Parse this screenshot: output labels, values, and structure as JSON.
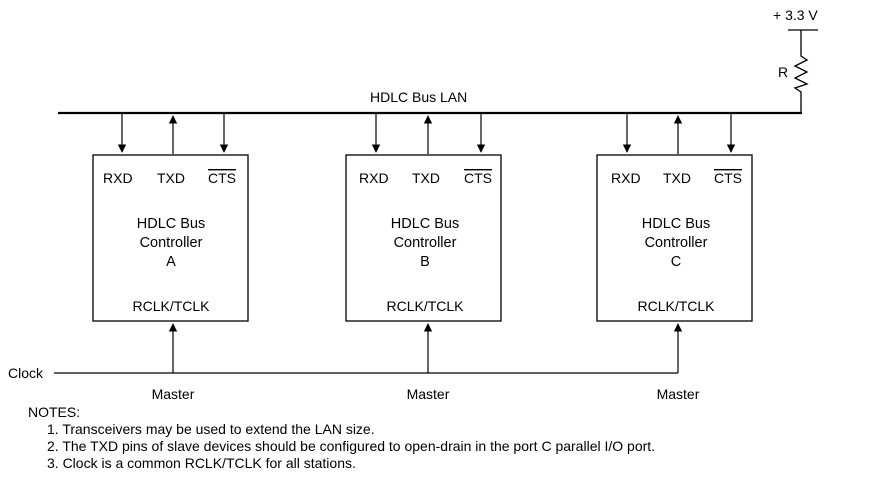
{
  "supply": {
    "voltage_label": "+ 3.3 V",
    "resistor_label": "R"
  },
  "bus": {
    "label": "HDLC Bus LAN"
  },
  "controllers": [
    {
      "pins": [
        "RXD",
        "TXD",
        "CTS"
      ],
      "title_line1": "HDLC Bus",
      "title_line2": "Controller",
      "id": "A",
      "clock_pin": "RCLK/TCLK",
      "role": "Master"
    },
    {
      "pins": [
        "RXD",
        "TXD",
        "CTS"
      ],
      "title_line1": "HDLC Bus",
      "title_line2": "Controller",
      "id": "B",
      "clock_pin": "RCLK/TCLK",
      "role": "Master"
    },
    {
      "pins": [
        "RXD",
        "TXD",
        "CTS"
      ],
      "title_line1": "HDLC Bus",
      "title_line2": "Controller",
      "id": "C",
      "clock_pin": "RCLK/TCLK",
      "role": "Master"
    }
  ],
  "clock": {
    "label": "Clock"
  },
  "notes": {
    "heading": "NOTES:",
    "items": [
      "1. Transceivers may be used to extend the LAN size.",
      "2. The TXD pins of slave devices should be configured to open-drain in the port C parallel I/O port.",
      "3. Clock is a common RCLK/TCLK for all stations."
    ]
  }
}
